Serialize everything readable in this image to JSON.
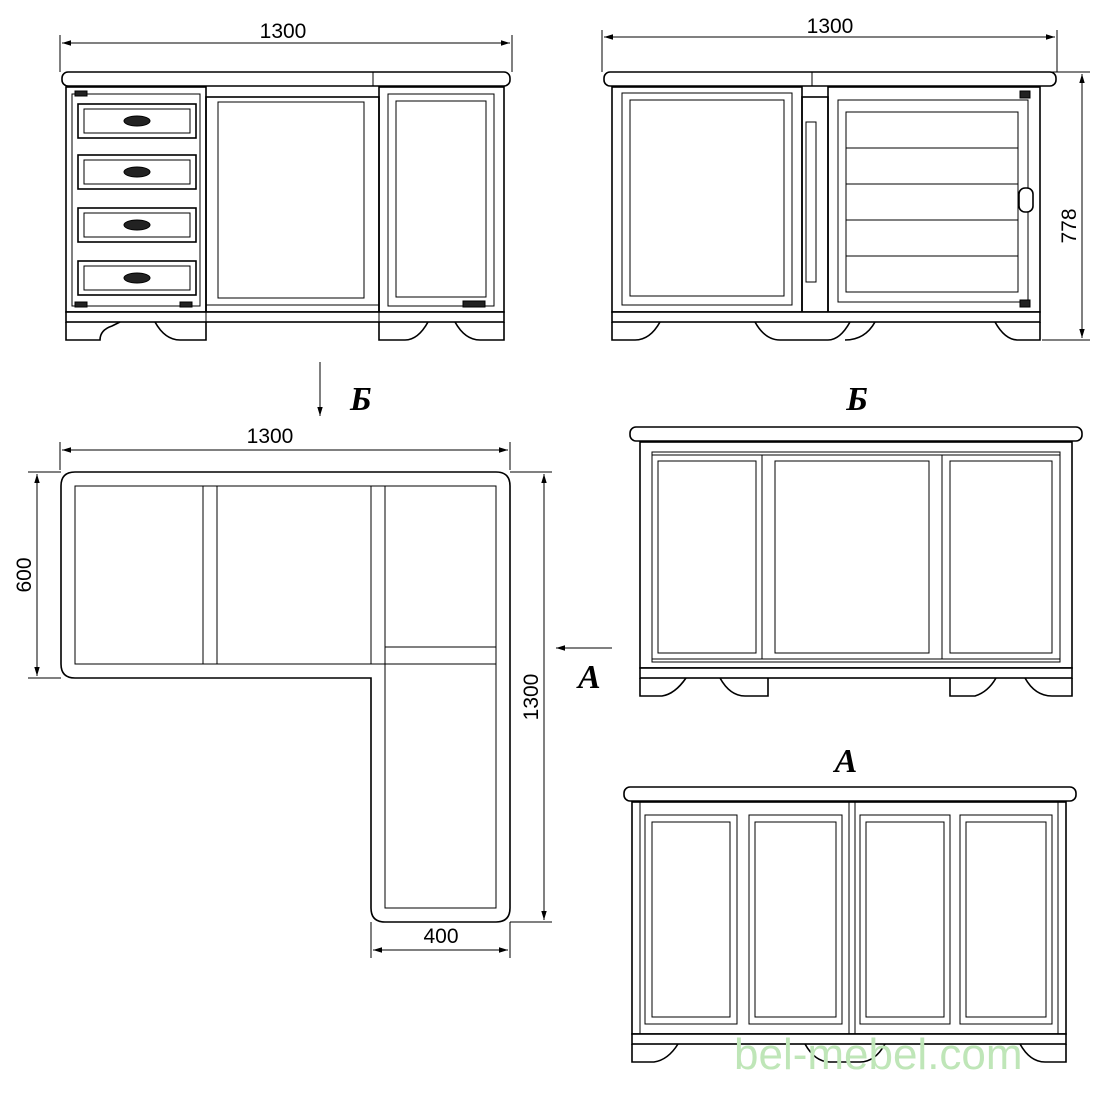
{
  "dimensions": {
    "front_width": "1300",
    "back_width": "1300",
    "height": "778",
    "plan_width": "1300",
    "plan_depth": "600",
    "plan_length": "1300",
    "plan_return_width": "400"
  },
  "view_labels": {
    "arrow_b": "Б",
    "view_b": "Б",
    "arrow_a": "А",
    "view_a": "А"
  },
  "watermark": "bel-mebel.com",
  "colors": {
    "line": "#000000",
    "watermark": "#bfe6b8",
    "background": "#ffffff"
  }
}
